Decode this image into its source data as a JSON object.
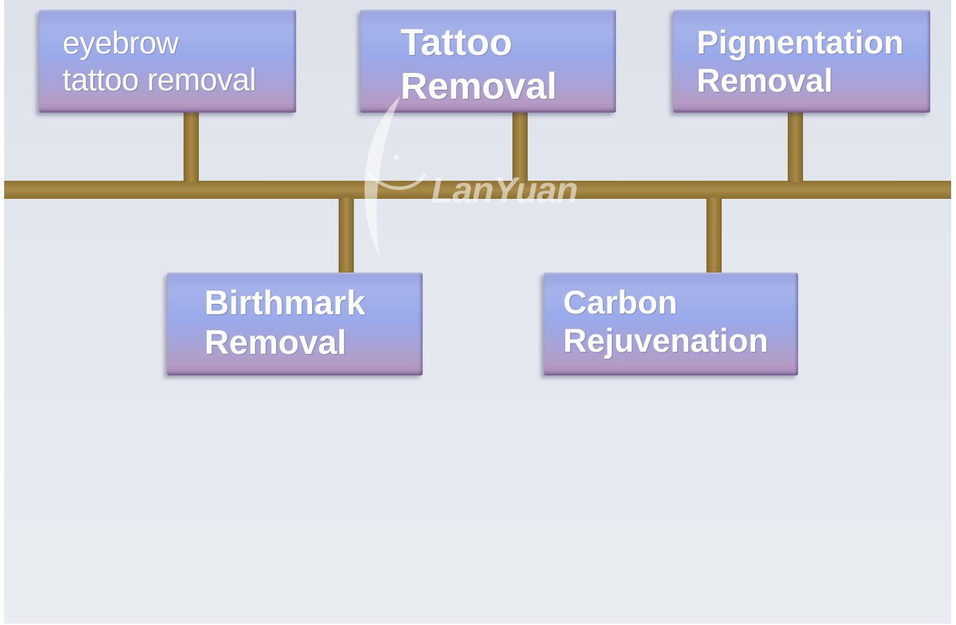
{
  "diagram": {
    "boxes": [
      {
        "id": "eyebrow",
        "lines": [
          "eyebrow",
          "tattoo removal"
        ]
      },
      {
        "id": "tattoo",
        "lines": [
          "Tattoo",
          "Removal"
        ]
      },
      {
        "id": "pigment",
        "lines": [
          "Pigmentation",
          "Removal"
        ]
      },
      {
        "id": "birthmark",
        "lines": [
          "Birthmark",
          "Removal"
        ]
      },
      {
        "id": "carbon",
        "lines": [
          "Carbon",
          "Rejuvenation"
        ]
      }
    ],
    "connector_color": "#9c8040",
    "box_color": "#9aa9ea"
  },
  "watermark": {
    "text": "LanYuan"
  }
}
